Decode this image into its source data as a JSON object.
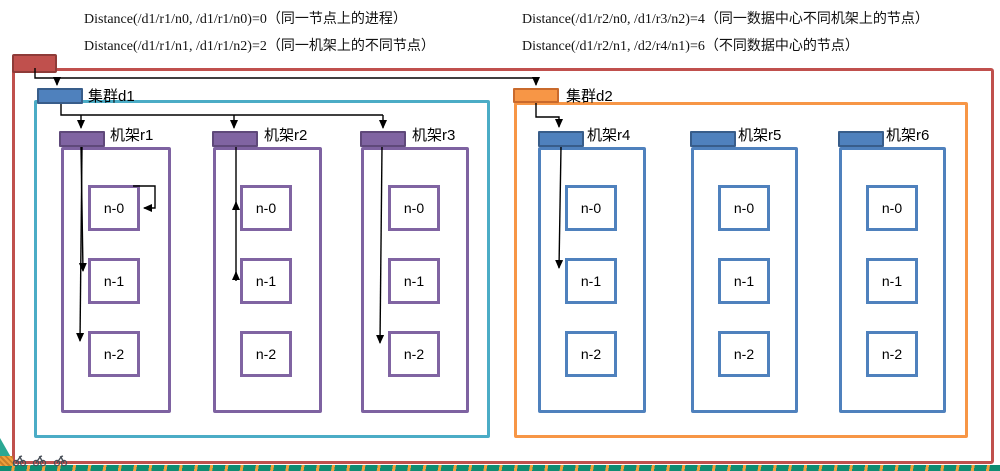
{
  "annotations": {
    "line1": "Distance(/d1/r1/n0, /d1/r1/n0)=0（同一节点上的进程）",
    "line2": "Distance(/d1/r1/n1, /d1/r1/n2)=2（同一机架上的不同节点）",
    "line3": "Distance(/d1/r2/n0, /d1/r3/n2)=4（同一数据中心不同机架上的节点）",
    "line4": "Distance(/d1/r2/n1, /d2/r4/n1)=6（不同数据中心的节点）"
  },
  "clusters": [
    {
      "label": "集群d1",
      "border_color": "#4BACC6",
      "marker_color": "#4F81BD"
    },
    {
      "label": "集群d2",
      "border_color": "#F79646",
      "marker_color": "#F79646"
    }
  ],
  "racks": [
    {
      "label": "机架r1",
      "cluster": "集群d1",
      "nodes": [
        "n-0",
        "n-1",
        "n-2"
      ]
    },
    {
      "label": "机架r2",
      "cluster": "集群d1",
      "nodes": [
        "n-0",
        "n-1",
        "n-2"
      ]
    },
    {
      "label": "机架r3",
      "cluster": "集群d1",
      "nodes": [
        "n-0",
        "n-1",
        "n-2"
      ]
    },
    {
      "label": "机架r4",
      "cluster": "集群d2",
      "nodes": [
        "n-0",
        "n-1",
        "n-2"
      ]
    },
    {
      "label": "机架r5",
      "cluster": "集群d2",
      "nodes": [
        "n-0",
        "n-1",
        "n-2"
      ]
    },
    {
      "label": "机架r6",
      "cluster": "集群d2",
      "nodes": [
        "n-0",
        "n-1",
        "n-2"
      ]
    }
  ],
  "colors": {
    "outer_border": "#C0504D",
    "root_marker": "#C0504D",
    "cluster_d1_border": "#4BACC6",
    "cluster_d2_border": "#F79646",
    "rack_d1_border": "#7E62A1",
    "rack_d2_border": "#4F81BD",
    "rack_d1_marker": "#8064A2",
    "rack_d2_marker": "#4F81BD",
    "node_d1_border": "#8064A2",
    "node_d2_border": "#4F81BD",
    "arrow": "#000000",
    "footer_strip": "#0E8C72",
    "footer_dash": "#EFA03C"
  }
}
